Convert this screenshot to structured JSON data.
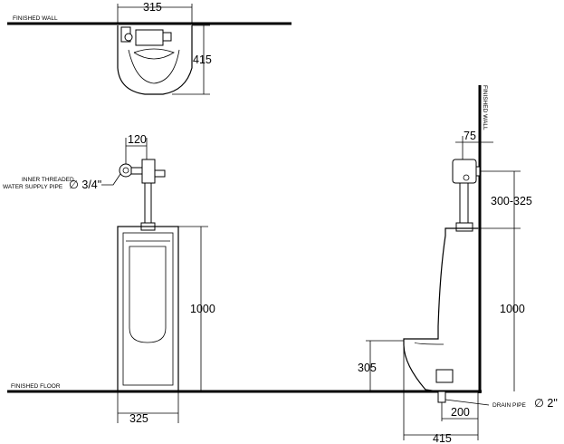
{
  "labels": {
    "finished_wall_top": "FINISHED WALL",
    "finished_wall_side": "FINISHED WALL",
    "finished_floor": "FINISHED FLOOR",
    "supply_line1": "INNER THREADED",
    "supply_line2": "WATER SUPPLY PIPE",
    "supply_size": "∅ 3/4\"",
    "drain": "DRAIN PIPE",
    "drain_size": "∅ 2\""
  },
  "dimensions": {
    "plan_width": "315",
    "plan_depth": "415",
    "valve_offset": "120",
    "front_height": "1000",
    "front_width": "325",
    "wall_offset": "75",
    "valve_height": "300-325",
    "side_height": "1000",
    "rim_height": "305",
    "drain_offset": "200",
    "side_depth": "415"
  }
}
